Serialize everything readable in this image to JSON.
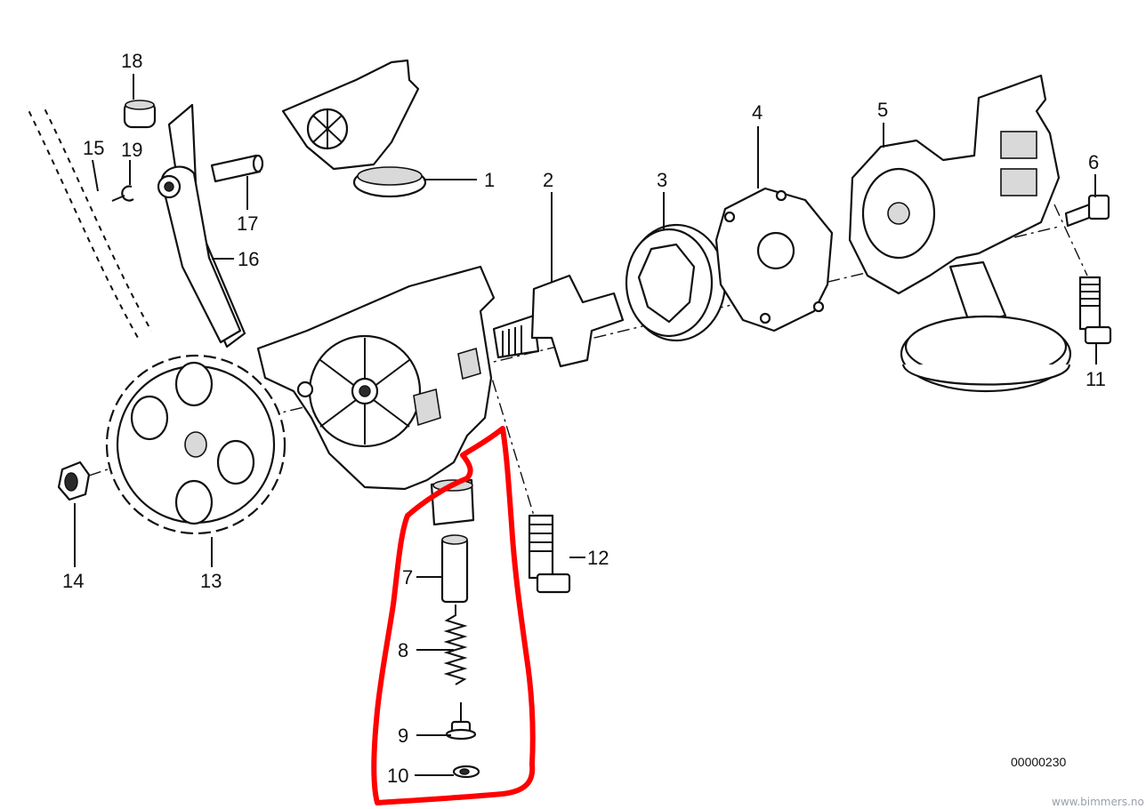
{
  "diagram": {
    "labels": {
      "p1": "1",
      "p2": "2",
      "p3": "3",
      "p4": "4",
      "p5": "5",
      "p6": "6",
      "p7": "7",
      "p8": "8",
      "p9": "9",
      "p10": "10",
      "p11": "11",
      "p12": "12",
      "p13": "13",
      "p14": "14",
      "p15": "15",
      "p16": "16",
      "p17": "17",
      "p18": "18",
      "p19": "19"
    },
    "reference_number": "00000230",
    "watermark": "www.bimmers.no",
    "highlight_color": "#ff0000"
  }
}
